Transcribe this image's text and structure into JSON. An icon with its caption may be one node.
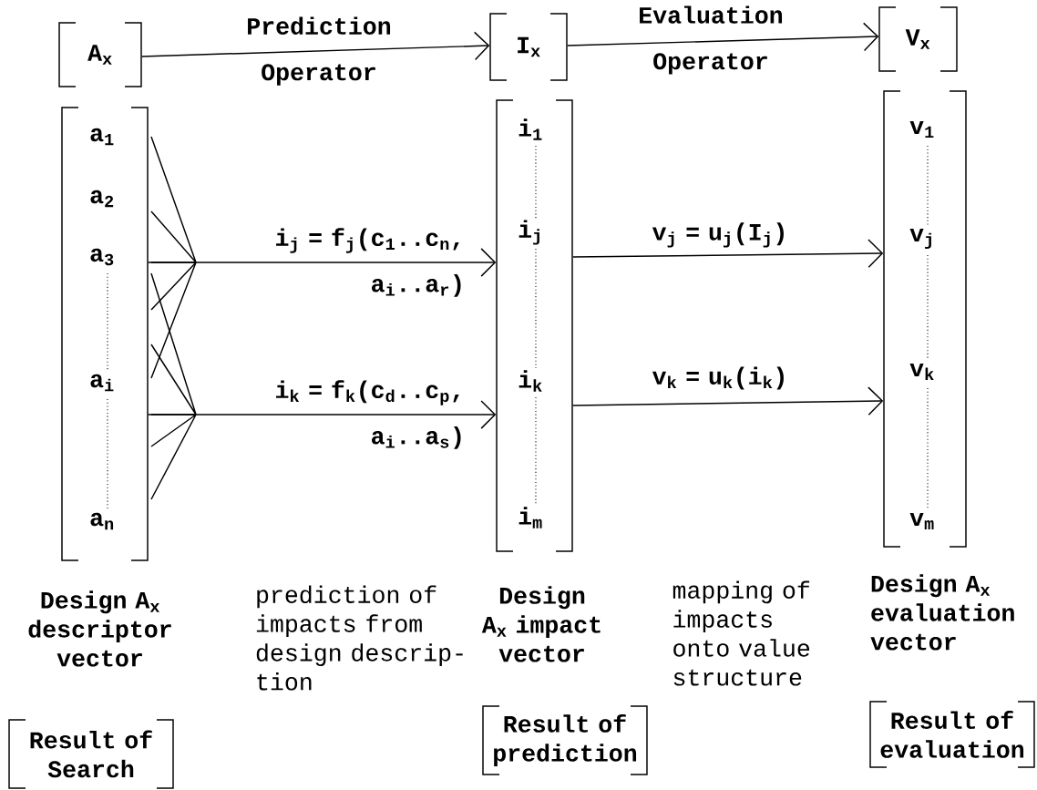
{
  "diagram": {
    "nodes": [
      {
        "text": [
          "A$_{x}$"
        ]
      },
      {
        "text": [
          "I$_{x}$"
        ]
      },
      {
        "text": [
          "V$_{x}$"
        ]
      },
      {
        "text": [
          "a$_{1}$",
          "a$_{2}$",
          "a$_{3}$",
          "a$_{i}$",
          "a$_{n}$"
        ],
        "beside": [
          "Design A$_{x}$ descriptor vector"
        ]
      },
      {
        "text": [
          "i$_{1}$",
          "i$_{j}$",
          "i$_{k}$",
          "i$_{m}$"
        ],
        "beside": [
          "Design A$_{x}$ impact vector"
        ]
      },
      {
        "text": [
          "v$_{1}$",
          "v$_{j}$",
          "v$_{k}$",
          "v$_{m}$"
        ],
        "beside": [
          "Design A$_{x}$ evaluation vector"
        ]
      },
      {
        "text": [
          "Result of Search"
        ]
      },
      {
        "text": [
          "Result of prediction"
        ]
      },
      {
        "text": [
          "Result of evaluation"
        ]
      }
    ],
    "edges": [
      {
        "from": 0,
        "to": 1,
        "arrow": "to",
        "label": "Prediction Operator"
      },
      {
        "from": 1,
        "to": 2,
        "arrow": "to",
        "label": "Evaluation Operator"
      },
      {
        "from": 3,
        "to": 4,
        "arrow": "to",
        "label": "i$_{j}$ = f$_{j}$(c$_{1}$..c$_{n}$, a$_{i}$..a$_{r}$)"
      },
      {
        "from": 3,
        "to": 4,
        "arrow": "to",
        "label": "i$_{k}$ = f$_{k}$(c$_{d}$..c$_{p}$, a$_{i}$..a$_{s}$)"
      },
      {
        "from": 4,
        "to": 5,
        "arrow": "to",
        "label": "v$_{j}$ = u$_{j}$(I$_{j}$)"
      },
      {
        "from": 4,
        "to": 5,
        "arrow": "to",
        "label": "v$_{k}$ = u$_{k}$(i$_{k}$)"
      }
    ],
    "labels": [
      "prediction of impacts from design descrip-tion",
      "mapping of impacts onto value structure"
    ]
  }
}
